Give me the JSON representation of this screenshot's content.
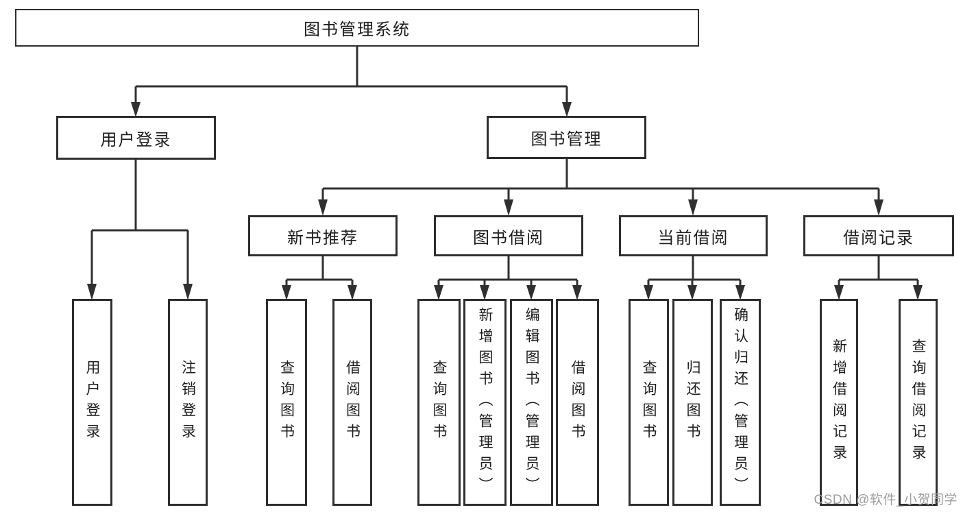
{
  "colors": {
    "line": "#303030",
    "box_border": "#2e2e2e",
    "text": "#1d1d1d",
    "background": "#ffffff",
    "watermark": "#9d9d9d"
  },
  "watermark": {
    "text": "CSDN @软件_小贺同学"
  },
  "tree": {
    "label": "图书管理系统",
    "children": [
      {
        "label": "用户登录",
        "children": [
          {
            "label": "用户登录"
          },
          {
            "label": "注销登录"
          }
        ]
      },
      {
        "label": "图书管理",
        "children": [
          {
            "label": "新书推荐",
            "children": [
              {
                "label": "查询图书"
              },
              {
                "label": "借阅图书"
              }
            ]
          },
          {
            "label": "图书借阅",
            "children": [
              {
                "label": "查询图书"
              },
              {
                "label": "新增图书（管理员）"
              },
              {
                "label": "编辑图书（管理员）"
              },
              {
                "label": "借阅图书"
              }
            ]
          },
          {
            "label": "当前借阅",
            "children": [
              {
                "label": "查询图书"
              },
              {
                "label": "归还图书"
              },
              {
                "label": "确认归还（管理员）"
              }
            ]
          },
          {
            "label": "借阅记录",
            "children": [
              {
                "label": "新增借阅记录"
              },
              {
                "label": "查询借阅记录"
              }
            ]
          }
        ]
      }
    ]
  }
}
